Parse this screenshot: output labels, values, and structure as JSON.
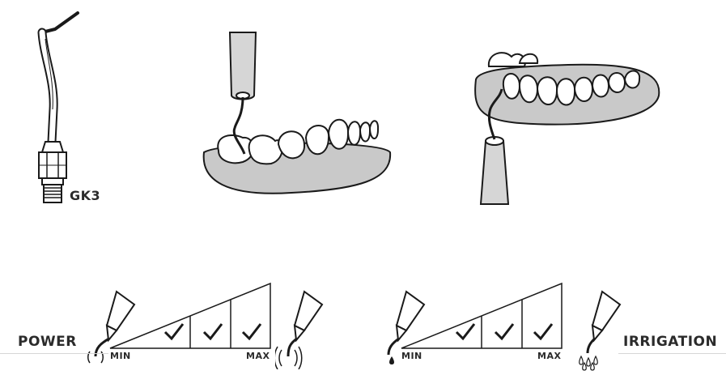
{
  "tip_model": "GK3",
  "power": {
    "label": "POWER",
    "min_label": "MIN",
    "max_label": "MAX",
    "checked_levels": 3,
    "total_levels": 3
  },
  "irrigation": {
    "label": "IRRIGATION",
    "min_label": "MIN",
    "max_label": "MAX",
    "checked_levels": 3,
    "total_levels": 3
  },
  "colors": {
    "line": "#1a1a1a",
    "gum": "#c9c9c9",
    "rule": "#d6d6d6"
  }
}
